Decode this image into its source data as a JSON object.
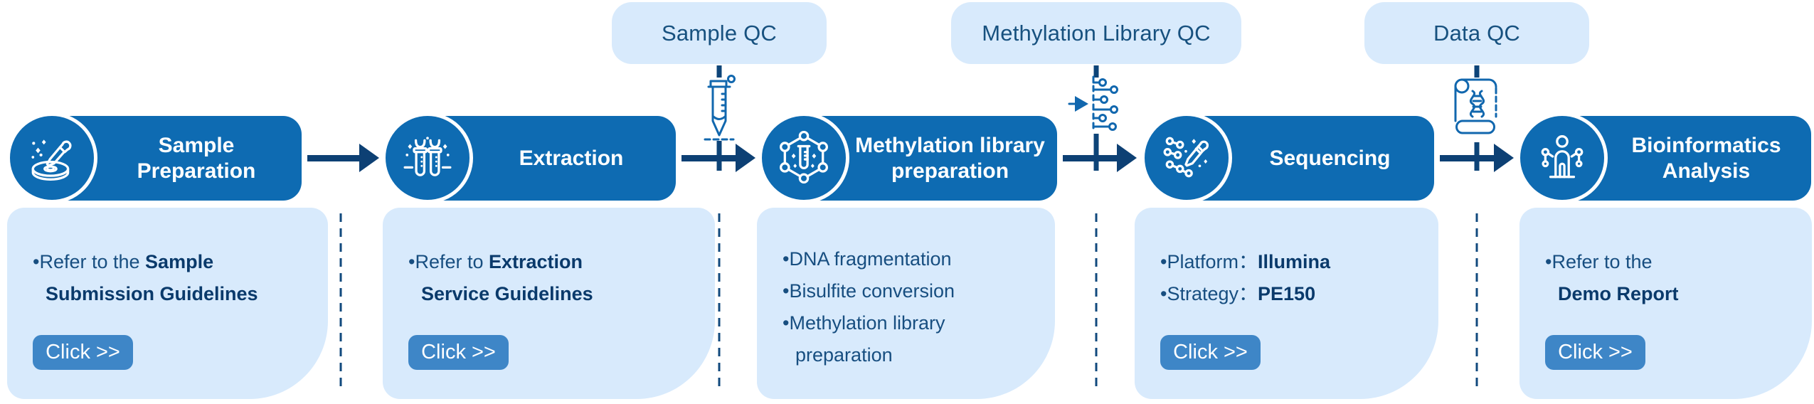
{
  "qc": [
    {
      "label": "Sample QC",
      "icon": "sample-tube-icon"
    },
    {
      "label": "Methylation Library QC",
      "icon": "library-network-icon"
    },
    {
      "label": "Data QC",
      "icon": "data-scroll-icon"
    }
  ],
  "stages": [
    {
      "title": "Sample Preparation",
      "icon": "petri-dish-dropper-icon"
    },
    {
      "title": "Extraction",
      "icon": "test-tubes-icon"
    },
    {
      "title": "Methylation library preparation",
      "icon": "molecule-tube-icon"
    },
    {
      "title": "Sequencing",
      "icon": "sequencer-pipette-icon"
    },
    {
      "title": "Bioinformatics Analysis",
      "icon": "analyst-person-icon"
    }
  ],
  "cards": {
    "sample_preparation": {
      "line1_pre": "Refer to the ",
      "line1_bold": "Sample",
      "line2_bold": "Submission Guidelines",
      "button": "Click >>"
    },
    "extraction": {
      "line1_pre": "Refer to ",
      "line1_bold": "Extraction",
      "line2_bold": "Service Guidelines",
      "button": "Click >>"
    },
    "library_prep": {
      "bullet1": "DNA fragmentation",
      "bullet2": "Bisulfite conversion",
      "bullet3": "Methylation library preparation"
    },
    "sequencing": {
      "line1_pre": "Platform：",
      "line1_bold": "Illumina",
      "line2_pre": "Strategy：",
      "line2_bold": "PE150",
      "button": "Click >>"
    },
    "bioinformatics": {
      "line1": "Refer to the",
      "line2_bold": "Demo Report",
      "button": "Click >>"
    }
  },
  "colors": {
    "stage_blue": "#0e6bb2",
    "arrow_navy": "#0d4074",
    "panel_light_blue": "#d8eafc",
    "text_navy": "#174e80",
    "text_bold_navy": "#0a3a6b",
    "button_blue": "#3e86c7"
  }
}
